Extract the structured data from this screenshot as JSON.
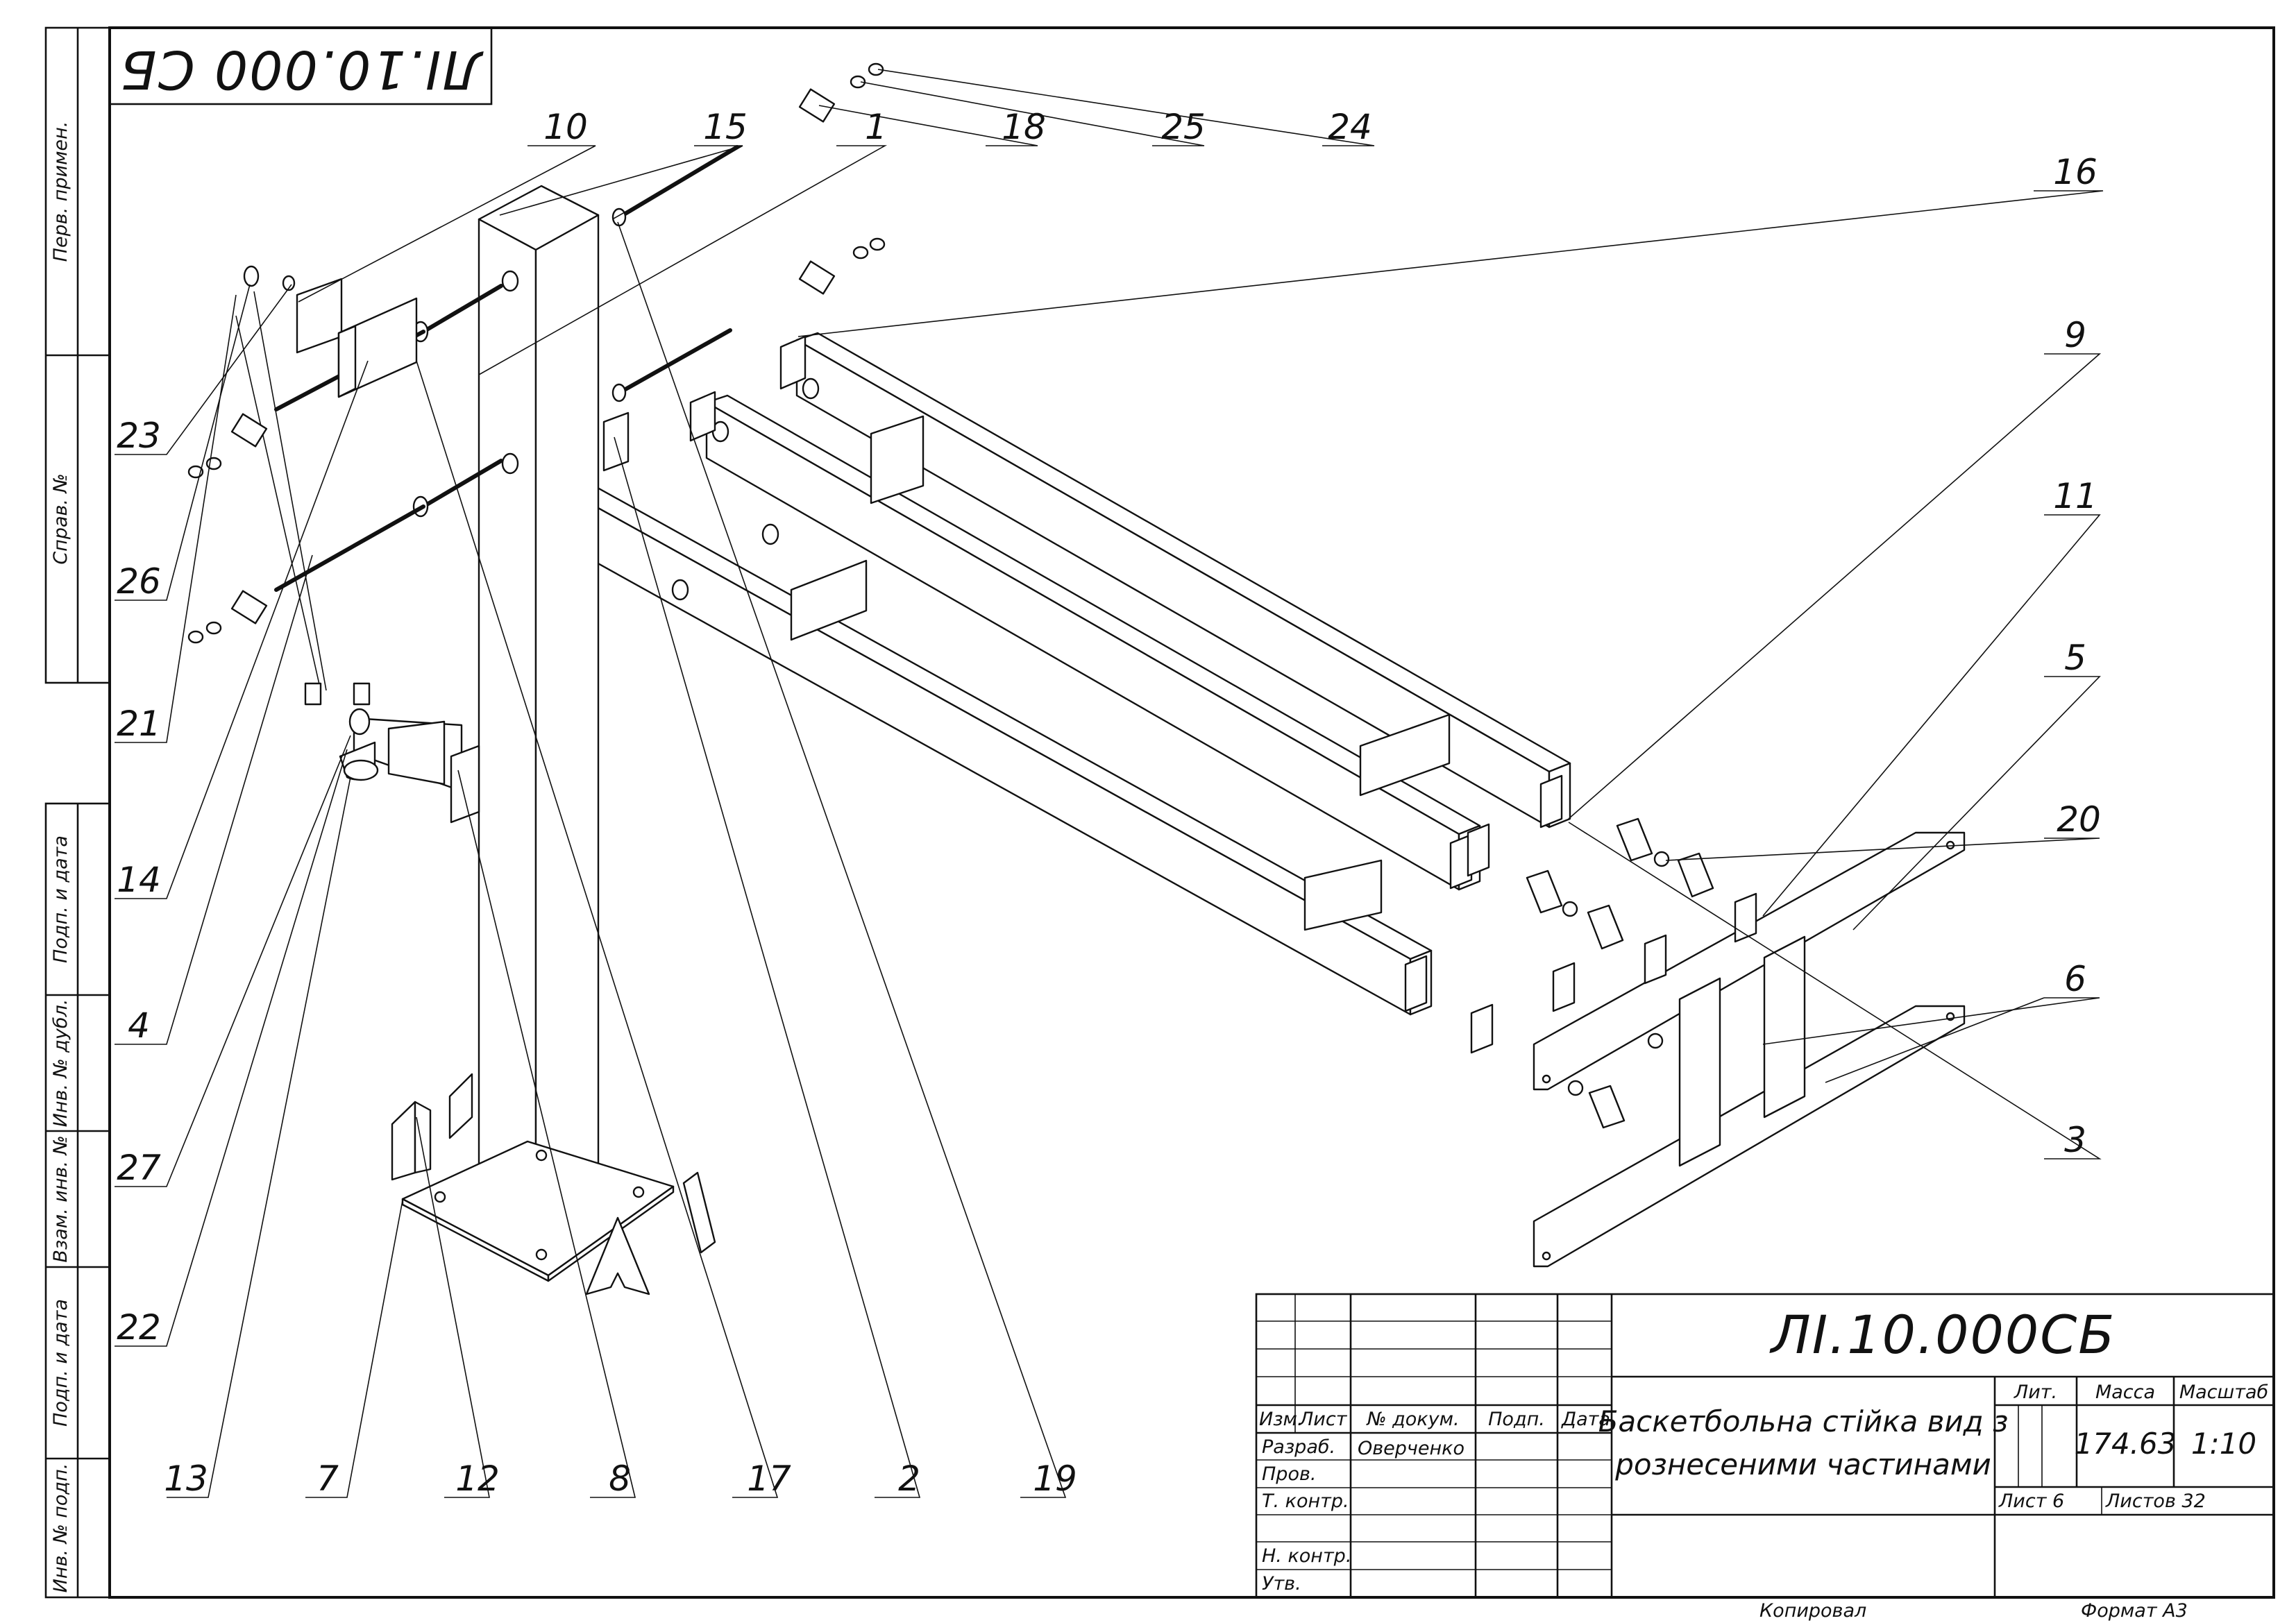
{
  "stamp": {
    "designation_rotated": "ЛІ.10.000 СБ",
    "designation": "ЛІ.10.000СБ",
    "name_line1": "Баскетбольна стійка вид з",
    "name_line2": "рознесеними частинами",
    "col_lit": "Лит.",
    "col_mass": "Масса",
    "col_scale": "Масштаб",
    "mass": "174.63",
    "scale": "1:10",
    "sheet": "Лист 6",
    "sheets": "Листов 32",
    "rev_headers": {
      "izm": "Изм.",
      "list": "Лист",
      "doc": "№ докум.",
      "sign": "Подп.",
      "date": "Дата"
    },
    "roles": [
      "Разраб.",
      "Пров.",
      "Т. контр.",
      "Н. контр.",
      "Утв."
    ],
    "developer": "Оверченко",
    "copied": "Копировал",
    "format": "Формат А3"
  },
  "side_labels": [
    "Перв. примен.",
    "Справ. №",
    "Подп. и дата",
    "Инв. № дубл.",
    "Взам. инв. №",
    "Подп. и дата",
    "Инв. № подп."
  ],
  "balloons": [
    "10",
    "15",
    "1",
    "18",
    "25",
    "24",
    "16",
    "9",
    "11",
    "5",
    "20",
    "6",
    "3",
    "23",
    "26",
    "21",
    "14",
    "4",
    "27",
    "22",
    "13",
    "7",
    "12",
    "8",
    "17",
    "2",
    "19"
  ]
}
